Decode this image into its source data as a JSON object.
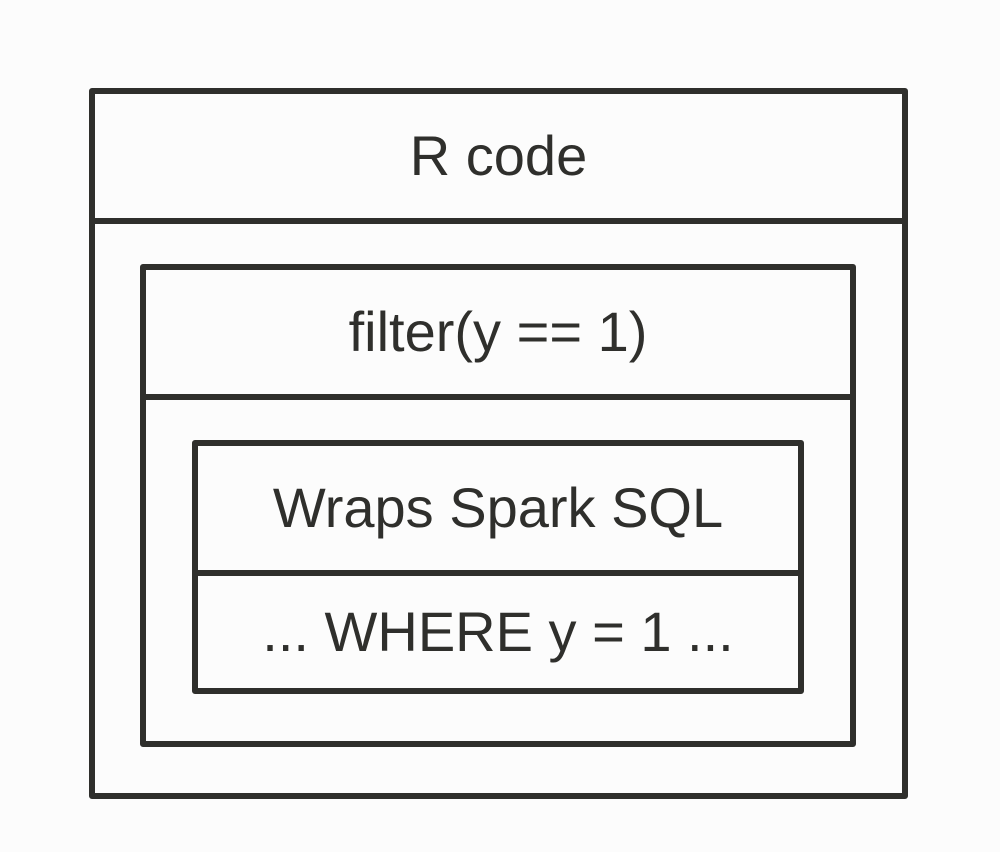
{
  "diagram": {
    "outer": {
      "label": "R code"
    },
    "middle": {
      "label": "filter(y == 1)"
    },
    "inner": {
      "label": "Wraps Spark SQL",
      "content": "... WHERE y = 1 ..."
    }
  }
}
